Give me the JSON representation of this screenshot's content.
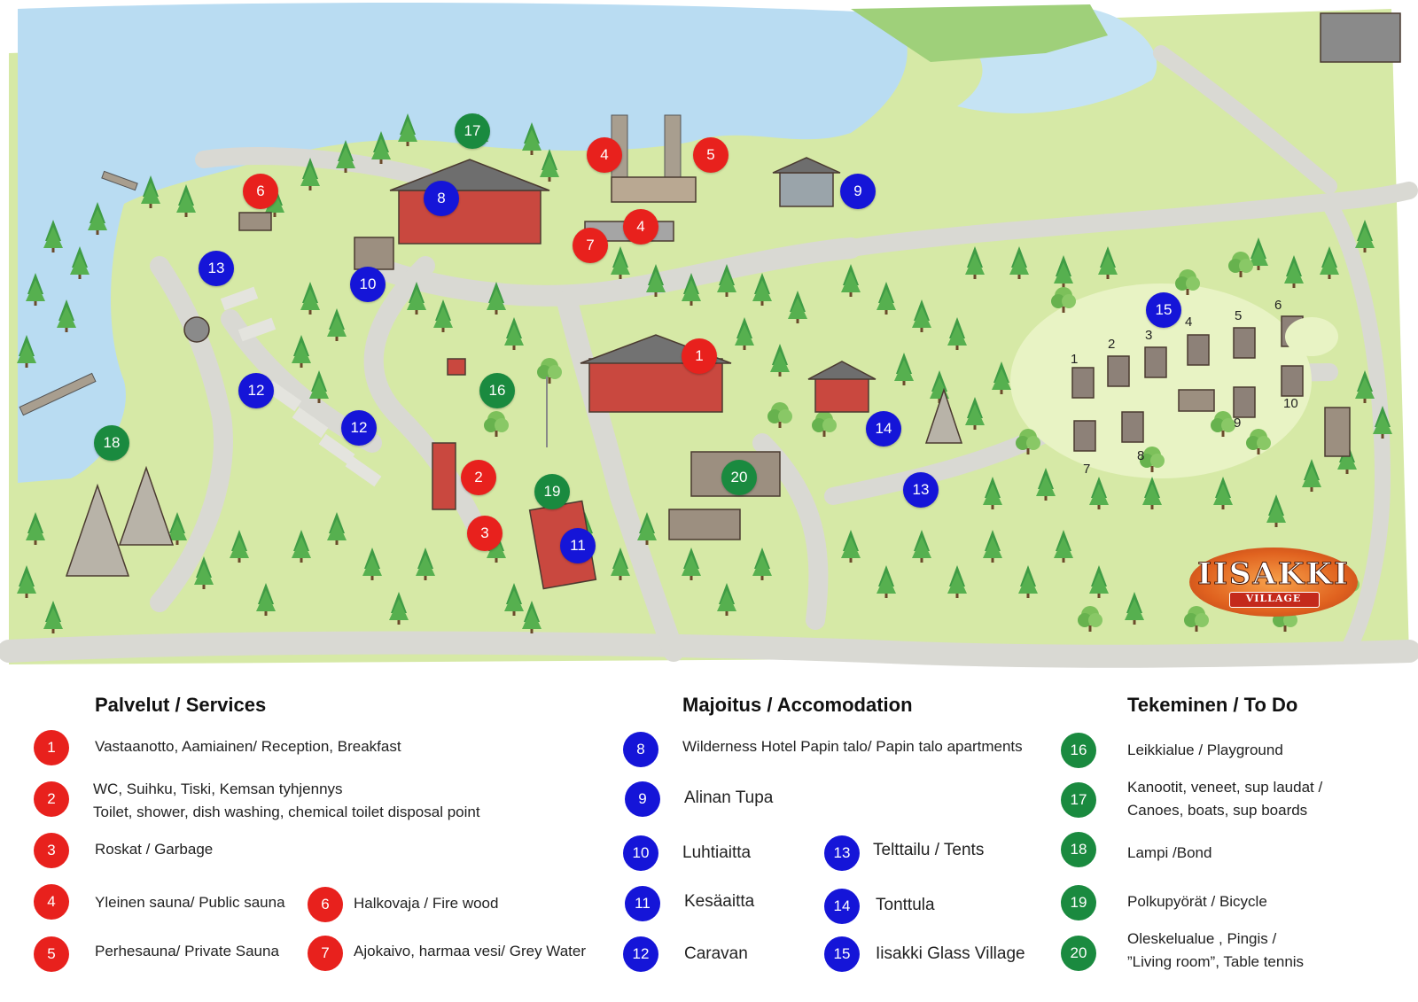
{
  "colors": {
    "services": "#e8211d",
    "accommodation": "#1515d8",
    "todo": "#1a8a3f",
    "lake": "#b9dcf2",
    "meadow": "#d6e9a6",
    "road": "#d9d9d3",
    "forest": "#3e9a44"
  },
  "logo": {
    "main": "IISAKKI",
    "sub": "VILLAGE"
  },
  "map_markers": {
    "m1": "1",
    "m2": "2",
    "m3": "3",
    "m4a": "4",
    "m4b": "4",
    "m5": "5",
    "m6": "6",
    "m7": "7",
    "m8": "8",
    "m9": "9",
    "m10": "10",
    "m12a": "12",
    "m12b": "12",
    "m13a": "13",
    "m13b": "13",
    "m14": "14",
    "m15": "15",
    "m11": "11",
    "m16": "16",
    "m17": "17",
    "m18": "18",
    "m19": "19",
    "m20": "20"
  },
  "glass_cabins": [
    "1",
    "2",
    "3",
    "4",
    "5",
    "6",
    "7",
    "8",
    "9",
    "10"
  ],
  "legend": {
    "services": {
      "title": "Palvelut / Services",
      "items": [
        {
          "num": "1",
          "text": "Vastaanotto, Aamiainen/ Reception, Breakfast"
        },
        {
          "num": "2",
          "text": "WC, Suihku, Tiski,  Kemsan tyhjennys",
          "text2": "Toilet, shower, dish washing, chemical toilet disposal point"
        },
        {
          "num": "3",
          "text": "Roskat / Garbage"
        },
        {
          "num": "4",
          "text": "Yleinen sauna/ Public sauna"
        },
        {
          "num": "5",
          "text": "Perhesauna/ Private Sauna"
        },
        {
          "num": "6",
          "text": "Halkovaja / Fire wood"
        },
        {
          "num": "7",
          "text": "Ajokaivo, harmaa vesi/ Grey Water"
        }
      ]
    },
    "accommodation": {
      "title": "Majoitus / Accomodation",
      "items": [
        {
          "num": "8",
          "text": "Wilderness Hotel Papin talo/ Papin talo apartments"
        },
        {
          "num": "9",
          "text": "Alinan Tupa"
        },
        {
          "num": "10",
          "text": "Luhtiaitta"
        },
        {
          "num": "11",
          "text": "Kesäaitta"
        },
        {
          "num": "12",
          "text": "Caravan"
        },
        {
          "num": "13",
          "text": "Telttailu / Tents"
        },
        {
          "num": "14",
          "text": "Tonttula"
        },
        {
          "num": "15",
          "text": "Iisakki Glass Village"
        }
      ]
    },
    "todo": {
      "title": "Tekeminen / To Do",
      "items": [
        {
          "num": "16",
          "text": "Leikkialue / Playground"
        },
        {
          "num": "17",
          "text": "Kanootit, veneet, sup laudat /",
          "text2": "Canoes, boats, sup boards"
        },
        {
          "num": "18",
          "text": "Lampi /Bond"
        },
        {
          "num": "19",
          "text": "Polkupyörät / Bicycle"
        },
        {
          "num": "20",
          "text": "Oleskelualue , Pingis /",
          "text2": "”Living room”, Table tennis"
        }
      ]
    }
  }
}
